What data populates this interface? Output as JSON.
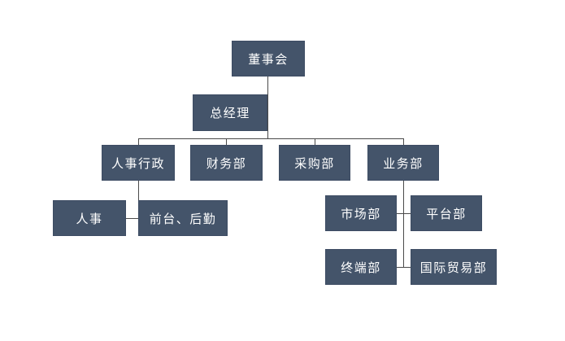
{
  "org": {
    "nodes": {
      "board": "董事会",
      "general_manager": "总经理",
      "hr_admin": "人事行政",
      "finance": "财务部",
      "procurement": "采购部",
      "business": "业务部",
      "hr": "人事",
      "front_desk_logistics": "前台、后勤",
      "marketing": "市场部",
      "platform": "平台部",
      "terminal": "终端部",
      "international_trade": "国际贸易部"
    },
    "colors": {
      "node_fill": "#44546a",
      "node_border": "#3d4c63",
      "node_text": "#ffffff",
      "connector": "#4a4a4a",
      "background": "#ffffff"
    }
  }
}
